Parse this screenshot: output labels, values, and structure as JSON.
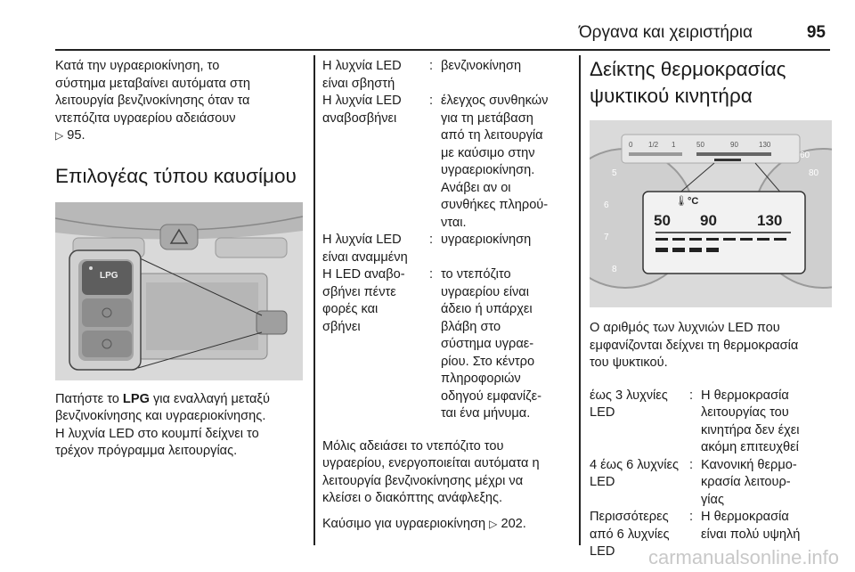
{
  "header": {
    "title": "Όργανα και χειριστήρια",
    "page": "95"
  },
  "col1": {
    "para1": [
      "Κατά την υγραεριοκίνηση, το",
      "σύστημα μεταβαίνει αυτόματα στη",
      "λειτουργία βενζινοκίνησης όταν τα",
      "ντεπόζιτα υγραερίου αδειάσουν"
    ],
    "para1_ref": "95.",
    "heading": "Επιλογέας τύπου καυσίμου",
    "figure": {
      "button_label": "LPG"
    },
    "caption_pre": "Πατήστε το ",
    "caption_bold": "LPG",
    "caption_post": " για εναλλαγή μεταξύ",
    "caption_lines": [
      "βενζινοκίνησης και υγραεριοκίνησης.",
      "Η λυχνία LED στο κουμπί δείχνει το",
      "τρέχον πρόγραμμα λειτουργίας."
    ]
  },
  "col2": {
    "rows": [
      {
        "k": [
          "Η λυχνία LED",
          "είναι σβηστή"
        ],
        "v": [
          "βενζινοκίνηση"
        ]
      },
      {
        "k": [
          "Η λυχνία LED",
          "αναβοσβήνει"
        ],
        "v": [
          "έλεγχος συνθηκών",
          "για τη μετάβαση",
          "από τη λειτουργία",
          "με καύσιμο στην",
          "υγραεριοκίνηση.",
          "Ανάβει αν οι",
          "συνθήκες πληρού-",
          "νται."
        ]
      },
      {
        "k": [
          "Η λυχνία LED",
          "είναι αναμμένη"
        ],
        "v": [
          "υγραεριοκίνηση"
        ]
      },
      {
        "k": [
          "Η LED αναβο-",
          "σβήνει πέντε",
          "φορές και",
          "σβήνει"
        ],
        "v": [
          "το ντεπόζιτο",
          "υγραερίου είναι",
          "άδειο ή υπάρχει",
          "βλάβη στο",
          "σύστημα υγραε-",
          "ρίου. Στο κέντρο",
          "πληροφοριών",
          "οδηγού εμφανίζε-",
          "ται ένα μήνυμα."
        ]
      }
    ],
    "para": [
      "Μόλις αδειάσει το ντεπόζιτο του",
      "υγραερίου, ενεργοποιείται αυτόματα η",
      "λειτουργία βενζινοκίνησης μέχρι να",
      "κλείσει ο διακόπτης ανάφλεξης."
    ],
    "ref_text": "Καύσιμο για υγραεριοκίνηση",
    "ref_page": "202."
  },
  "col3": {
    "heading": [
      "Δείκτης θερμοκρασίας",
      "ψυκτικού κινητήρα"
    ],
    "figure": {
      "strip": [
        "0",
        "1/2",
        "1",
        "50",
        "90",
        "130"
      ],
      "zoom": [
        "50",
        "90",
        "130"
      ],
      "unit": "°C",
      "gauge_left": [
        "5",
        "6",
        "7",
        "8"
      ],
      "gauge_right": [
        "60",
        "80"
      ]
    },
    "intro": [
      "Ο αριθμός των λυχνιών LED που",
      "εμφανίζονται δείχνει τη θερμοκρασία",
      "του ψυκτικού."
    ],
    "rows": [
      {
        "k": [
          "έως 3 λυχνίες",
          "LED"
        ],
        "v": [
          "Η θερμοκρασία",
          "λειτουργίας του",
          "κινητήρα δεν έχει",
          "ακόμη επιτευχθεί"
        ]
      },
      {
        "k": [
          "4 έως 6 λυχνίες",
          "LED"
        ],
        "v": [
          "Κανονική θερμο-",
          "κρασία λειτουρ-",
          "γίας"
        ]
      },
      {
        "k": [
          "Περισσότερες",
          "από 6 λυχνίες",
          "LED"
        ],
        "v": [
          "Η θερμοκρασία",
          "είναι πολύ υψηλή"
        ]
      }
    ]
  },
  "watermark": "carmanualsonline.info",
  "icons": {
    "ref_arrow": "arrow-right-icon"
  }
}
